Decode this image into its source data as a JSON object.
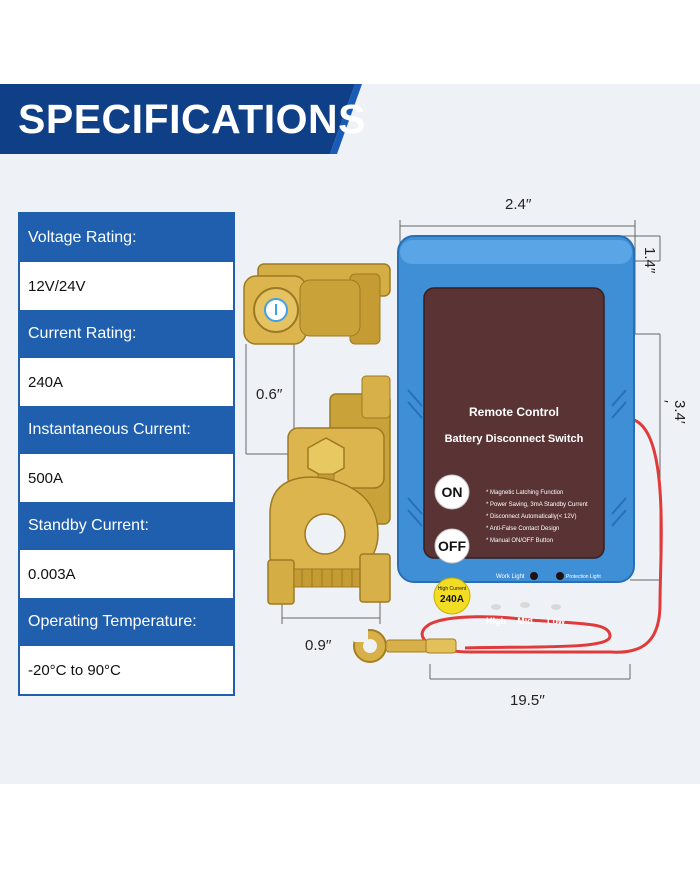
{
  "header": {
    "title": "SPECIFICATIONS"
  },
  "specs": [
    {
      "label": "Voltage Rating:",
      "value": "12V/24V"
    },
    {
      "label": "Current Rating:",
      "value": "240A"
    },
    {
      "label": "Instantaneous Current:",
      "value": "500A"
    },
    {
      "label": "Standby Current:",
      "value": "0.003A"
    },
    {
      "label": "Operating Temperature:",
      "value": "-20°C to 90°C"
    }
  ],
  "dimensions": {
    "width": "2.4′′",
    "depth": "1.4′′",
    "height": "3.4′′",
    "terminal_small": "0.6′′",
    "terminal_large": "0.9′′",
    "cable": "19.5′′"
  },
  "device": {
    "title_line1": "Remote Control",
    "title_line2": "Battery Disconnect Switch",
    "on_label": "ON",
    "off_label": "OFF",
    "features": [
      "* Magnetic Latching Function",
      "* Power Saving, 3mA Standby Current",
      "* Disconnect Automatically(< 12V)",
      "* Anti-False Contact Design",
      "* Manual ON/OFF Button"
    ],
    "work_light": "Work Light",
    "protection_light": "Protection Light",
    "badge_top": "High Current",
    "badge_value": "240A",
    "levels": [
      "High",
      "Mid",
      "Low"
    ]
  },
  "colors": {
    "banner": "#0f3f86",
    "spec_label": "#1f5fae",
    "device_body": "#3f8fd6",
    "device_panel": "#5a3434",
    "brass": "#c9a33a",
    "cable": "#e03a3a"
  }
}
